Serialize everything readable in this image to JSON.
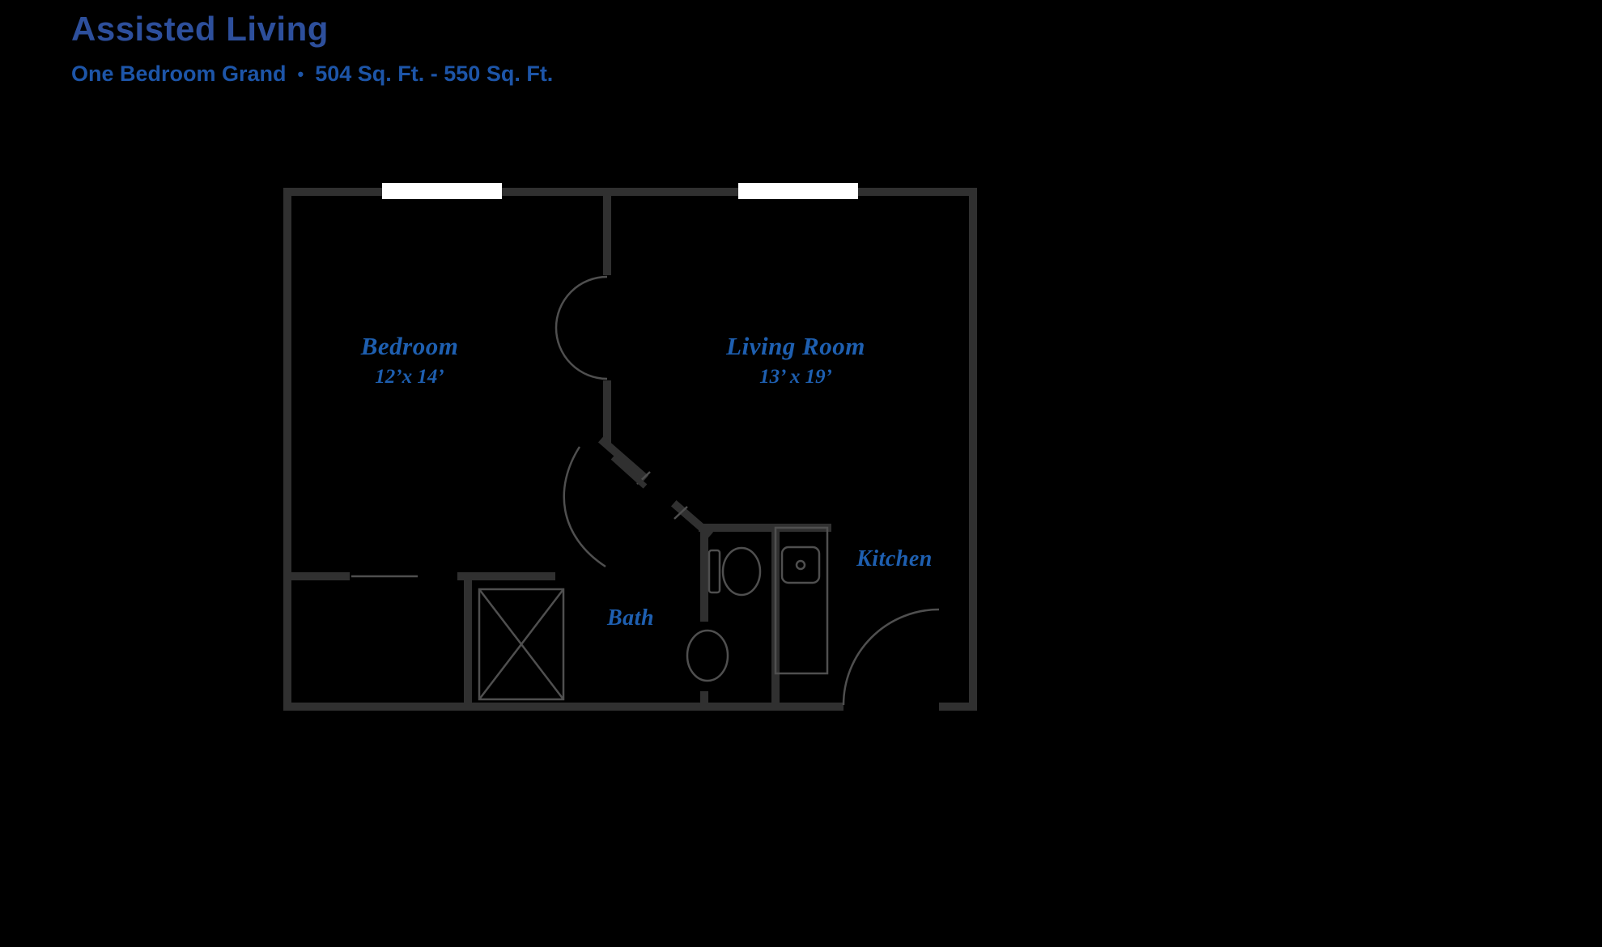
{
  "header": {
    "title": "Assisted Living",
    "plan_name": "One Bedroom Grand",
    "separator": "•",
    "area_range": "504 Sq. Ft. - 550 Sq. Ft."
  },
  "rooms": [
    {
      "name": "Bedroom",
      "dimensions": "12’x 14’"
    },
    {
      "name": "Living Room",
      "dimensions": "13’ x 19’"
    },
    {
      "name": "Bath",
      "dimensions": ""
    },
    {
      "name": "Kitchen",
      "dimensions": ""
    }
  ],
  "floor_plan": {
    "features": [
      "window",
      "window",
      "double-swing-door",
      "bath-door",
      "entry-door",
      "crossed-closet-box",
      "toilet",
      "bath-sink",
      "kitchen-sink",
      "kitchen-counter"
    ]
  },
  "colors": {
    "background": "#000000",
    "wall": "#303030",
    "thin_line": "#4f4f4f",
    "window_fill": "#ffffff",
    "title_blue": "#2d4f9c",
    "subtitle_blue": "#1d55a8",
    "room_label_blue": "#1e5fb0"
  }
}
